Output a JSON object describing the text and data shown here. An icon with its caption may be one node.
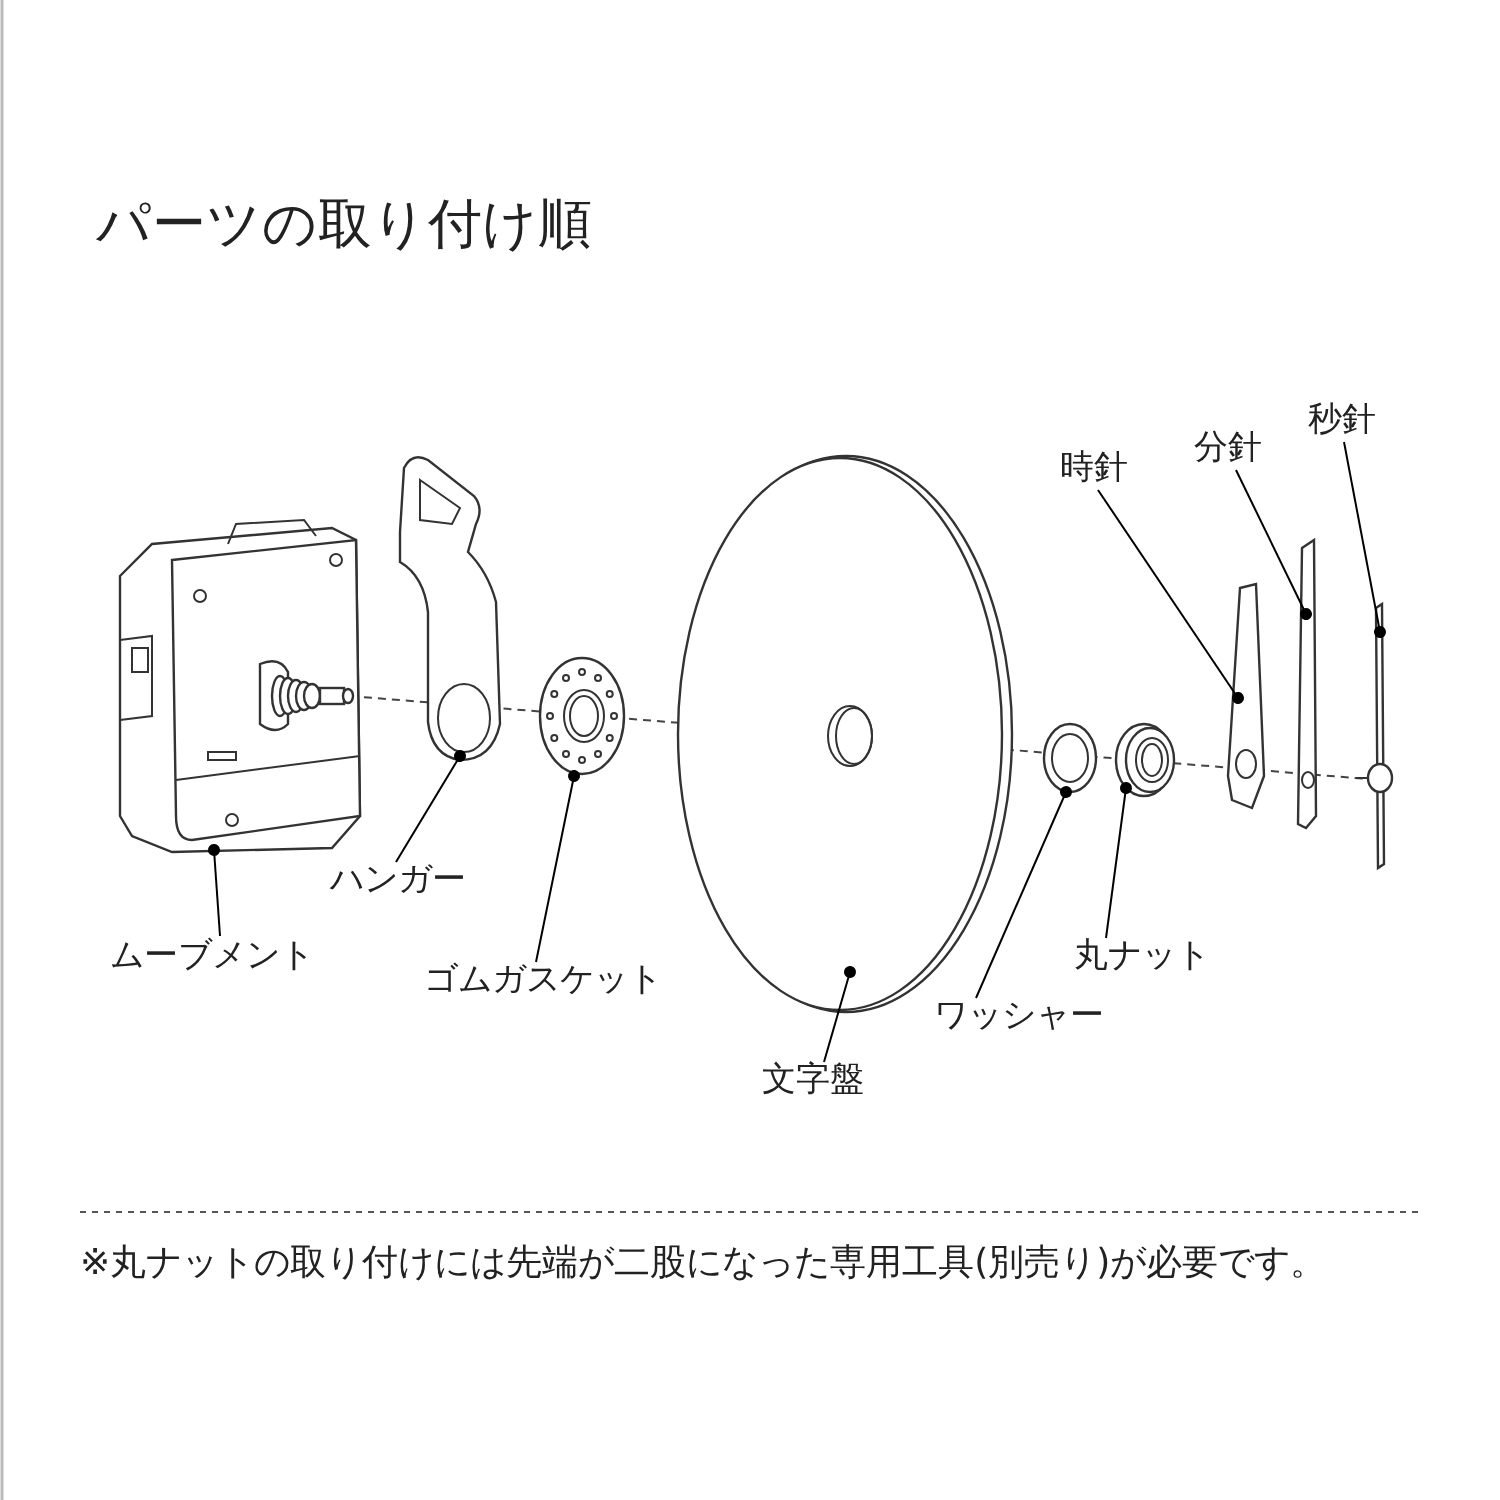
{
  "diagram": {
    "title": "パーツの取り付け順",
    "nodes": [
      {
        "text": [],
        "shape": "picture"
      },
      {
        "text": [],
        "shape": "picture"
      },
      {
        "text": [],
        "shape": "picture"
      },
      {
        "text": [],
        "shape": "picture"
      },
      {
        "text": [],
        "shape": "picture"
      },
      {
        "text": [],
        "shape": "picture"
      },
      {
        "text": [],
        "shape": "picture"
      },
      {
        "text": [],
        "shape": "picture"
      },
      {
        "text": [],
        "shape": "picture"
      },
      {
        "text": [
          "ムーブメント"
        ]
      },
      {
        "text": [
          "ハンガー"
        ]
      },
      {
        "text": [
          "ゴムガスケット"
        ]
      },
      {
        "text": [
          "文字盤"
        ]
      },
      {
        "text": [
          "ワッシャー"
        ]
      },
      {
        "text": [
          "丸ナット"
        ]
      },
      {
        "text": [
          "時針"
        ]
      },
      {
        "text": [
          "分針"
        ]
      },
      {
        "text": [
          "秒針"
        ]
      }
    ],
    "edges": [
      {
        "from": 9,
        "to": 0,
        "arrow": "other"
      },
      {
        "from": 10,
        "to": 1,
        "arrow": "other"
      },
      {
        "from": 11,
        "to": 2,
        "arrow": "other"
      },
      {
        "from": 12,
        "to": 3,
        "arrow": "other"
      },
      {
        "from": 13,
        "to": 4,
        "arrow": "other"
      },
      {
        "from": 14,
        "to": 5,
        "arrow": "other"
      },
      {
        "from": 15,
        "to": 6,
        "arrow": "other"
      },
      {
        "from": 16,
        "to": 7,
        "arrow": "other"
      },
      {
        "from": 17,
        "to": 8,
        "arrow": "other"
      }
    ],
    "labels": [
      "※丸ナットの取り付けには先端が二股になった専用工具(別売り)が必要です。"
    ]
  }
}
